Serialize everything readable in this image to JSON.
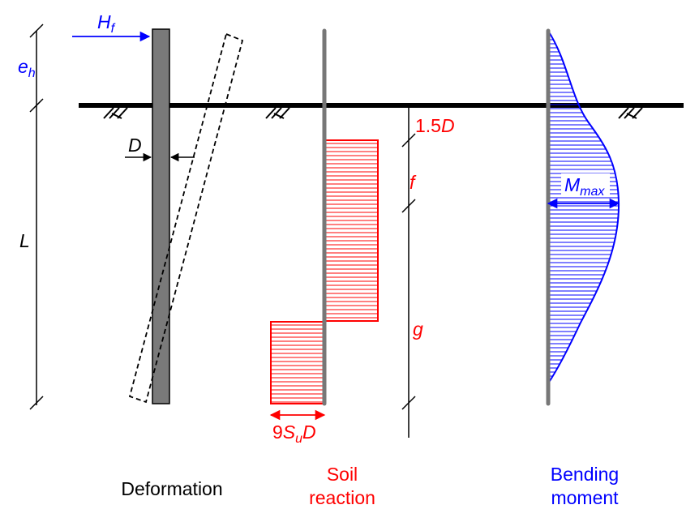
{
  "colors": {
    "black": "#000000",
    "red": "#ff0000",
    "blue": "#0000ff",
    "pile_gray": "#777777",
    "pile_dark": "#7f7f7f"
  },
  "labels": {
    "H": "H",
    "H_sub": "f",
    "e": "e",
    "e_sub": "h",
    "D_width": "D",
    "L": "L",
    "one_point_five_D": "1.5",
    "one_point_five_D_var": "D",
    "f": "f",
    "g": "g",
    "nine_prefix": "9",
    "nine_S": "S",
    "nine_S_sub": "u",
    "nine_D": "D",
    "M": "M",
    "M_sub": "max"
  },
  "captions": {
    "deformation": "Deformation",
    "soil_reaction_line1": "Soil",
    "soil_reaction_line2": "reaction",
    "bending_moment_line1": "Bending",
    "bending_moment_line2": "moment"
  }
}
